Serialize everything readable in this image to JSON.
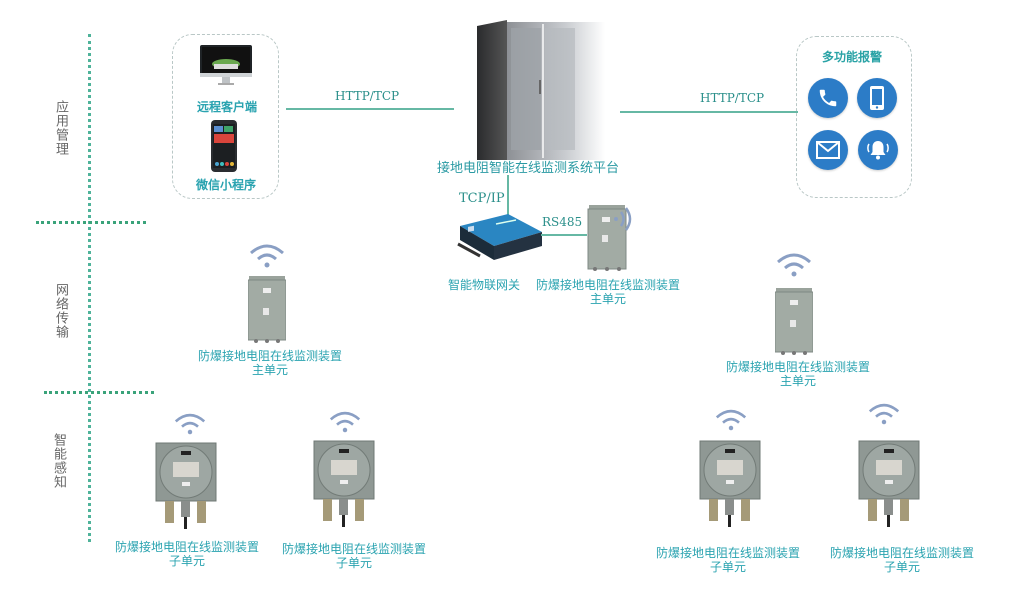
{
  "layers": [
    {
      "label": "应用管理",
      "chars": [
        "应",
        "用",
        "管",
        "理"
      ]
    },
    {
      "label": "网络传输",
      "chars": [
        "网",
        "络",
        "传",
        "输"
      ]
    },
    {
      "label": "智能感知",
      "chars": [
        "智",
        "能",
        "感",
        "知"
      ]
    }
  ],
  "clients": {
    "remote_client": "远程客户端",
    "wechat_mini": "微信小程序"
  },
  "platform": {
    "label": "接地电阻智能在线监测系统平台"
  },
  "protocols": {
    "left": "HTTP/TCP",
    "right": "HTTP/TCP",
    "gateway": "TCP/IP",
    "rs485": "RS485"
  },
  "alarm": {
    "title": "多功能报警",
    "icons": [
      "phone-icon",
      "mobile-icon",
      "mail-icon",
      "bell-icon"
    ]
  },
  "gateway": {
    "label": "智能物联网关"
  },
  "devices": {
    "main_unit_line1": "防爆接地电阻在线监测装置",
    "main_unit_line2": "主单元",
    "sub_unit_line1": "防爆接地电阻在线监测装置",
    "sub_unit_line2": "子单元"
  },
  "colors": {
    "accent": "#2aa3a6",
    "line": "#66b8a4",
    "alarm_blue": "#2c7cc7",
    "wifi": "#8a9fc4"
  }
}
